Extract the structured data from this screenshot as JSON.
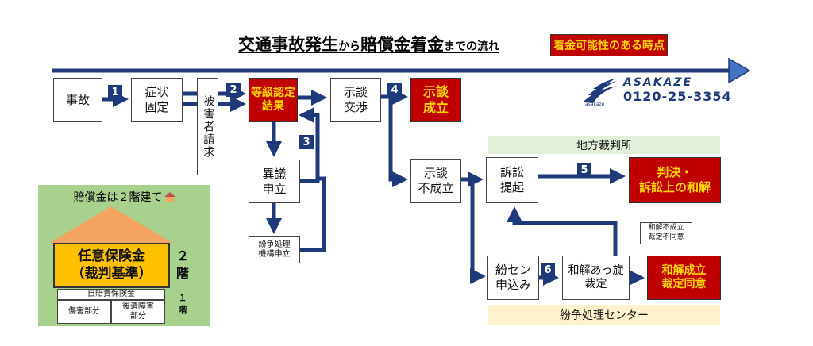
{
  "title": {
    "main": "交通事故発生",
    "kara": "から",
    "main2": "賠償金着金",
    "made": "までの流れ"
  },
  "legend": {
    "label": "着金可能性のある時点"
  },
  "logo": {
    "brand": "ASAKAZE",
    "phone": "0120-25-3354",
    "sub": "asakaze"
  },
  "nodes": {
    "jiko": "事故",
    "shojo": "症状\n固定",
    "higaisha": "被害者請求",
    "tokyu": "等級認定\n結果",
    "jidan_kosho": "示談\n交渉",
    "jidan_seiritsu": "示談\n成立",
    "igi": "異議\n申立",
    "funso_kikou": "紛争処理\n機構申立",
    "jidan_fuseiritsu": "示談\n不成立",
    "sosho": "訴訟\n提起",
    "hanketsu": "判決・\n訴訟上の和解",
    "funsen": "紛セン\n申込み",
    "wakai_assen": "和解あっ旋\n裁定",
    "wakai_seiritsu": "和解成立\n裁定同意",
    "wakai_fuseiritsu": "和解不成立\n裁定不同意"
  },
  "bands": {
    "chiho": "地方裁判所",
    "funso_center": "紛争処理センター"
  },
  "steps": [
    "1",
    "2",
    "3",
    "4",
    "5",
    "6"
  ],
  "house": {
    "heading": "賠償金は２階建て",
    "nini": "任意保険金",
    "saiban": "（裁判基準）",
    "floor2": "２\n階",
    "jibai": "自賠責保険金",
    "shogai": "傷害部分",
    "koui": "後遺障害\n部分",
    "floor1": "１\n階"
  },
  "colors": {
    "arrow": "#1f3a7a",
    "red": "#c00000",
    "yellow": "#ffd700",
    "green": "#a9d18e",
    "roof": "#f4a460",
    "house_fill": "#ffc000",
    "band_green": "#e2efd9",
    "band_yellow": "#fff2cc"
  }
}
